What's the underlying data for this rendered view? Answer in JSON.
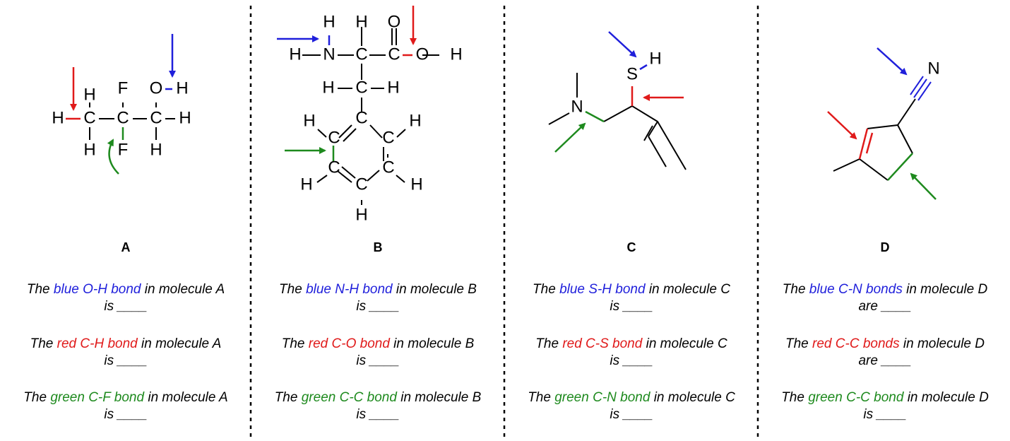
{
  "colors": {
    "blue": "#1f1fdb",
    "red": "#e01a1a",
    "green": "#1e8a1e",
    "black": "#000000"
  },
  "panels": [
    {
      "label": "A",
      "questions": [
        {
          "pre": "The ",
          "colored": "blue O-H bond",
          "color": "blue",
          "post": " in molecule A",
          "line2": "is ____"
        },
        {
          "pre": "The ",
          "colored": "red C-H bond",
          "color": "red",
          "post": " in molecule A",
          "line2": "is ____"
        },
        {
          "pre": "The ",
          "colored": "green C-F bond",
          "color": "green",
          "post": " in molecule A",
          "line2": "is ____"
        }
      ]
    },
    {
      "label": "B",
      "questions": [
        {
          "pre": "The ",
          "colored": "blue N-H bond",
          "color": "blue",
          "post": " in molecule B",
          "line2": "is ____"
        },
        {
          "pre": "The ",
          "colored": "red C-O bond",
          "color": "red",
          "post": " in molecule B",
          "line2": "is ____"
        },
        {
          "pre": "The ",
          "colored": "green C-C bond",
          "color": "green",
          "post": " in molecule B",
          "line2": "is ____"
        }
      ]
    },
    {
      "label": "C",
      "questions": [
        {
          "pre": "The ",
          "colored": "blue S-H bond",
          "color": "blue",
          "post": " in molecule C",
          "line2": "is ____"
        },
        {
          "pre": "The ",
          "colored": "red C-S bond",
          "color": "red",
          "post": " in molecule C",
          "line2": "is ____"
        },
        {
          "pre": "The ",
          "colored": "green C-N bond",
          "color": "green",
          "post": " in molecule C",
          "line2": "is ____"
        }
      ]
    },
    {
      "label": "D",
      "questions": [
        {
          "pre": "The ",
          "colored": "blue C-N bonds",
          "color": "blue",
          "post": " in molecule D",
          "line2": "are ____"
        },
        {
          "pre": "The ",
          "colored": "red C-C bonds",
          "color": "red",
          "post": " in molecule D",
          "line2": "are ____"
        },
        {
          "pre": "The ",
          "colored": "green C-C bond",
          "color": "green",
          "post": " in molecule D",
          "line2": "is ____"
        }
      ]
    }
  ],
  "atoms": {
    "H": "H",
    "C": "C",
    "F": "F",
    "O": "O",
    "N": "N",
    "S": "S"
  }
}
